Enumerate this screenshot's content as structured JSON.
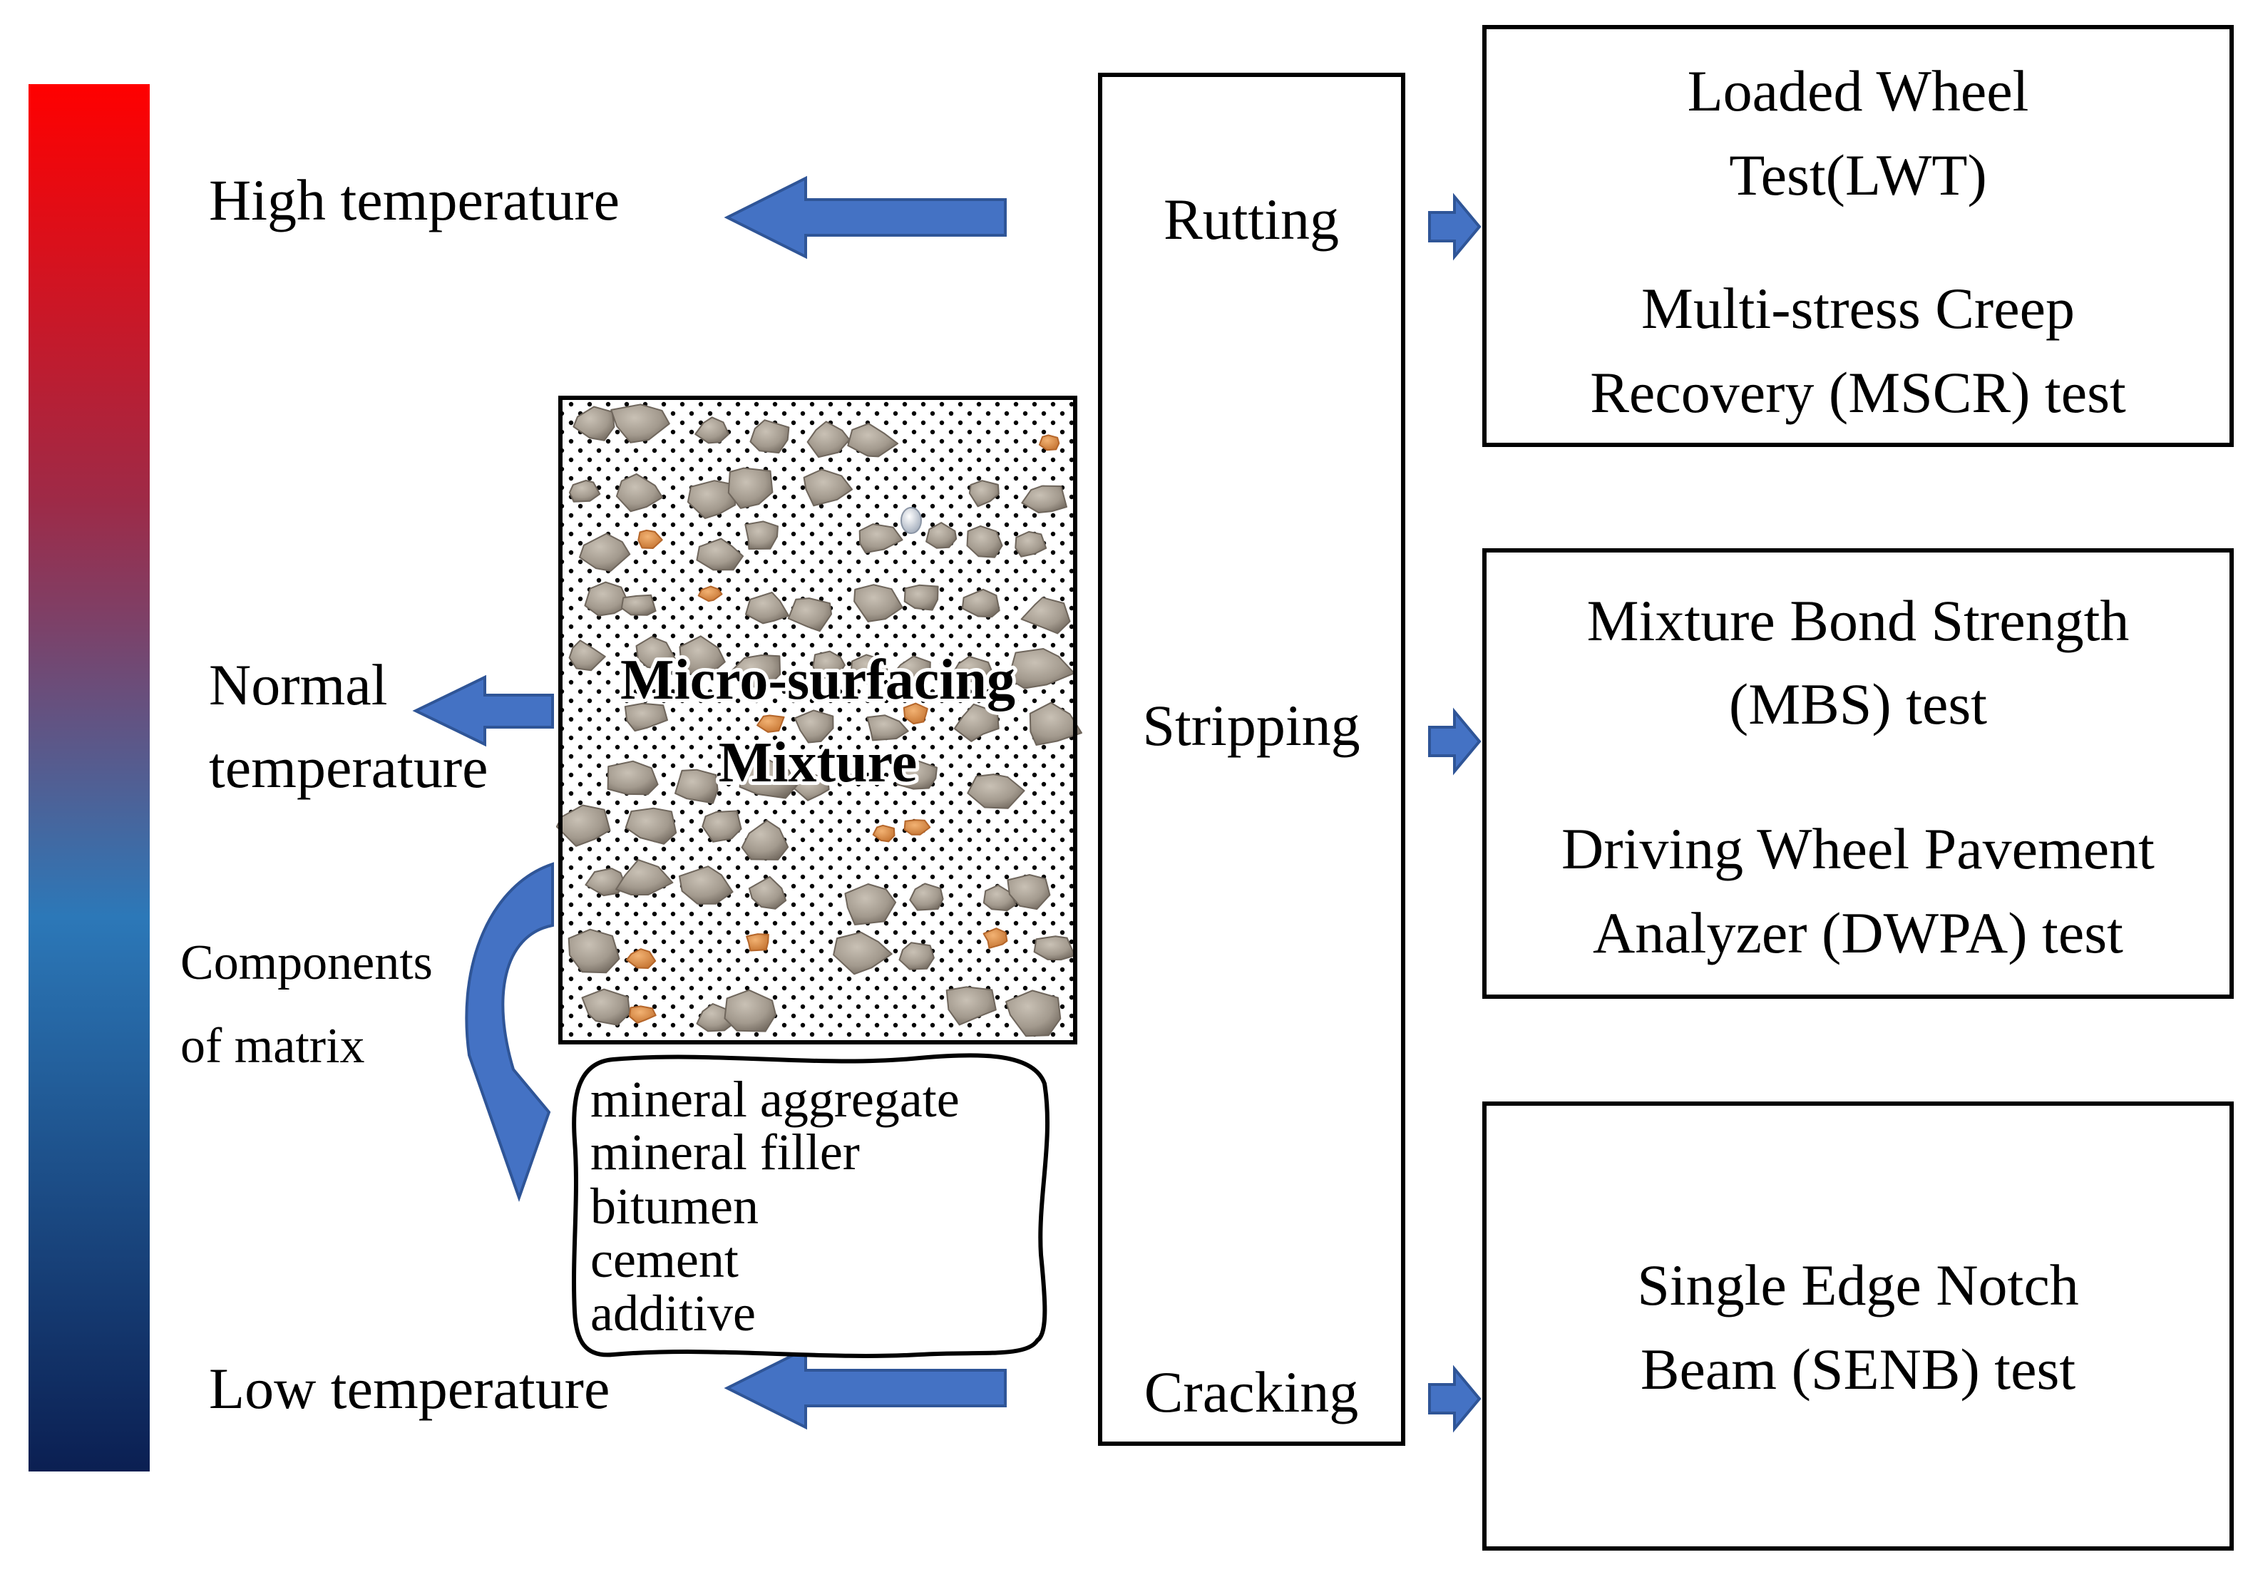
{
  "temperature_bar": {
    "colors": [
      "#ff0000",
      "#9e2a47",
      "#2c78b8",
      "#0b1f52"
    ]
  },
  "temperature_labels": {
    "high": "High temperature",
    "normal_line1": "Normal",
    "normal_line2": "temperature",
    "low": "Low temperature"
  },
  "mixture": {
    "title_line1": "Micro-surfacing",
    "title_line2": "Mixture"
  },
  "components": {
    "label_line1": "Components",
    "label_line2": "of matrix",
    "items": [
      "mineral aggregate",
      "mineral filler",
      "bitumen",
      "cement",
      "additive"
    ]
  },
  "distresses": [
    "Rutting",
    "Stripping",
    "Cracking"
  ],
  "tests": {
    "rutting": [
      "Loaded Wheel",
      "Test(LWT)",
      "Multi-stress Creep",
      "Recovery (MSCR) test"
    ],
    "stripping": [
      "Mixture Bond Strength",
      "(MBS) test",
      "Driving Wheel Pavement",
      "Analyzer (DWPA) test"
    ],
    "cracking": [
      "Single Edge Notch",
      "Beam (SENB) test"
    ]
  },
  "colors": {
    "arrow_fill": "#4472c4",
    "arrow_stroke": "#2f5597",
    "stone_fill": "#a39a8e",
    "stone_dark": "#6f665c",
    "sand_fill": "#d98a45"
  },
  "icons": {
    "arrows": "block-arrow-icon",
    "curved_arrow": "curved-arrow-icon"
  }
}
